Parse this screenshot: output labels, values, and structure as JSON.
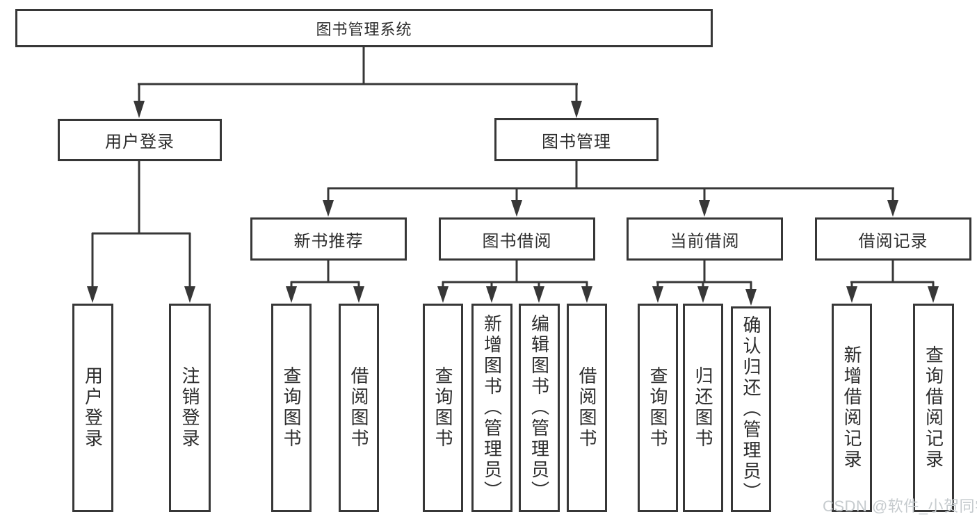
{
  "colors": {
    "line": "#373737",
    "box_border": "#373737",
    "text": "#2d2d2d",
    "background": "#ffffff",
    "watermark": "#c6cbce"
  },
  "watermark": {
    "text": "CSDN @软件_小贺同学"
  },
  "tree": {
    "label": "图书管理系统",
    "children": [
      {
        "label": "用户登录",
        "children": [
          {
            "label": "用户登录"
          },
          {
            "label": "注销登录"
          }
        ]
      },
      {
        "label": "图书管理",
        "children": [
          {
            "label": "新书推荐",
            "children": [
              {
                "label": "查询图书"
              },
              {
                "label": "借阅图书"
              }
            ]
          },
          {
            "label": "图书借阅",
            "children": [
              {
                "label": "查询图书"
              },
              {
                "label": "新增图书（管理员）"
              },
              {
                "label": "编辑图书（管理员）"
              },
              {
                "label": "借阅图书"
              }
            ]
          },
          {
            "label": "当前借阅",
            "children": [
              {
                "label": "查询图书"
              },
              {
                "label": "归还图书"
              },
              {
                "label": "确认归还（管理员）"
              }
            ]
          },
          {
            "label": "借阅记录",
            "children": [
              {
                "label": "新增借阅记录"
              },
              {
                "label": "查询借阅记录"
              }
            ]
          }
        ]
      }
    ]
  }
}
